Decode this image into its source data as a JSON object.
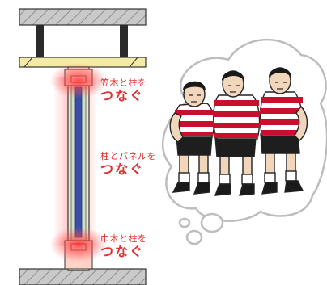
{
  "labels": {
    "top": {
      "line1": "笠木と柱を",
      "line2": "つなぐ"
    },
    "middle": {
      "line1": "柱とパネルを",
      "line2": "つなぐ"
    },
    "bottom": {
      "line1": "巾木と柱を",
      "line2": "つなぐ"
    }
  },
  "colors": {
    "label_red": "#e03030",
    "glow_red": "#ff2a2a",
    "panel_blue": "#3a4ea8",
    "panel_green": "#cfe0c2",
    "handrail_yellow": "#f3eaa6",
    "hatch_gray": "#bdbdbd",
    "jersey_red": "#c8102e",
    "shorts": "#1e1e1e"
  },
  "icons": [
    "thought-bubble-icon",
    "rugby-scrum-illustration"
  ]
}
